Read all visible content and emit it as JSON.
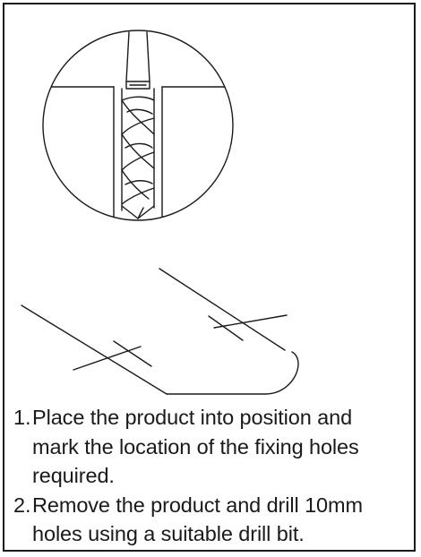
{
  "instructions": {
    "steps": [
      {
        "number": "1.",
        "lines": [
          "Place the product into position and",
          "mark the location of the fixing holes",
          "required."
        ]
      },
      {
        "number": "2.",
        "lines": [
          "Remove the product and drill 10mm",
          "holes using a suitable drill bit."
        ]
      }
    ]
  },
  "style": {
    "ink_color": "#1a1a1a",
    "background_color": "#ffffff"
  }
}
